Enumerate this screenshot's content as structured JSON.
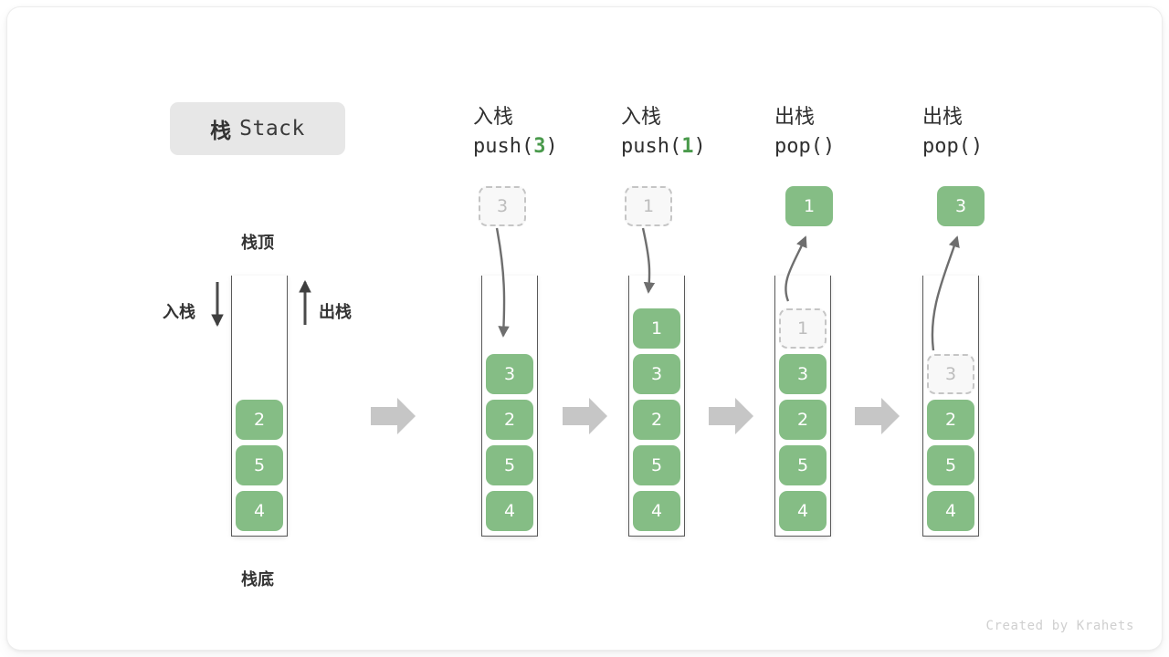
{
  "title": {
    "cn": "栈",
    "en": "Stack"
  },
  "labels": {
    "top": "栈顶",
    "bottom": "栈底",
    "push": "入栈",
    "pop": "出栈"
  },
  "base_stack": {
    "items": [
      "4",
      "5",
      "2"
    ]
  },
  "columns": [
    {
      "id": "push-3",
      "op": "入栈",
      "sig_prefix": "push(",
      "sig_arg": "3",
      "sig_suffix": ")",
      "float_box": {
        "value": "3",
        "style": "ghost"
      },
      "items": [
        "4",
        "5",
        "2",
        "3"
      ],
      "ghost_index": -1,
      "arrow": "down"
    },
    {
      "id": "push-1",
      "op": "入栈",
      "sig_prefix": "push(",
      "sig_arg": "1",
      "sig_suffix": ")",
      "float_box": {
        "value": "1",
        "style": "ghost"
      },
      "items": [
        "4",
        "5",
        "2",
        "3",
        "1"
      ],
      "ghost_index": -1,
      "arrow": "down"
    },
    {
      "id": "pop-1",
      "op": "出栈",
      "sig_prefix": "pop(",
      "sig_arg": "",
      "sig_suffix": ")",
      "float_box": {
        "value": "1",
        "style": "solid"
      },
      "items": [
        "4",
        "5",
        "2",
        "3",
        "1"
      ],
      "ghost_index": 4,
      "arrow": "up"
    },
    {
      "id": "pop-2",
      "op": "出栈",
      "sig_prefix": "pop(",
      "sig_arg": "",
      "sig_suffix": ")",
      "float_box": {
        "value": "3",
        "style": "solid"
      },
      "items": [
        "4",
        "5",
        "2",
        "3"
      ],
      "ghost_index": 3,
      "arrow": "up"
    }
  ],
  "footer": "Created by Krahets",
  "colors": {
    "green": "#85bd85",
    "green_text": "#4a9a4c",
    "ghost_border": "#c5c5c5",
    "ghost_fill": "#f8f8f8",
    "arrow_gray": "#c4c4c4",
    "line_gray": "#6e6e6e",
    "chip_bg": "#e7e7e7"
  }
}
